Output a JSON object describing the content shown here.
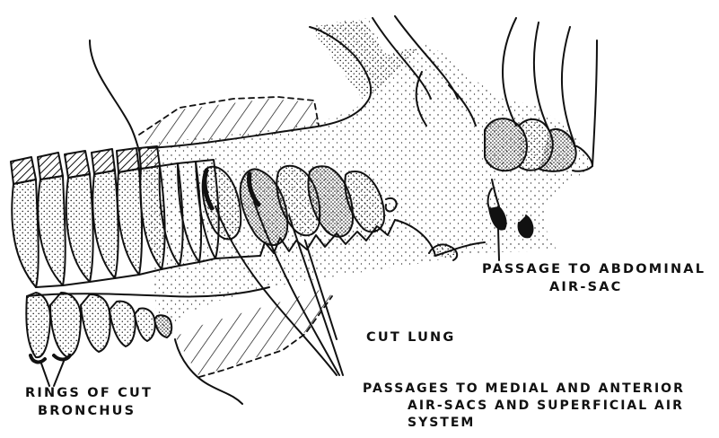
{
  "colors": {
    "ink": "#111111",
    "paper": "#ffffff"
  },
  "labels": {
    "abdominal": {
      "line1": "PASSAGE TO ABDOMINAL",
      "line2": "AIR-SAC"
    },
    "cut_lung": "CUT LUNG",
    "bronchus": {
      "line1": "RINGS OF CUT",
      "line2": "BRONCHUS"
    },
    "medial": {
      "line1": "PASSAGES TO MEDIAL AND ANTERIOR",
      "line2": "AIR-SACS AND SUPERFICIAL AIR",
      "line3": "SYSTEM"
    }
  }
}
